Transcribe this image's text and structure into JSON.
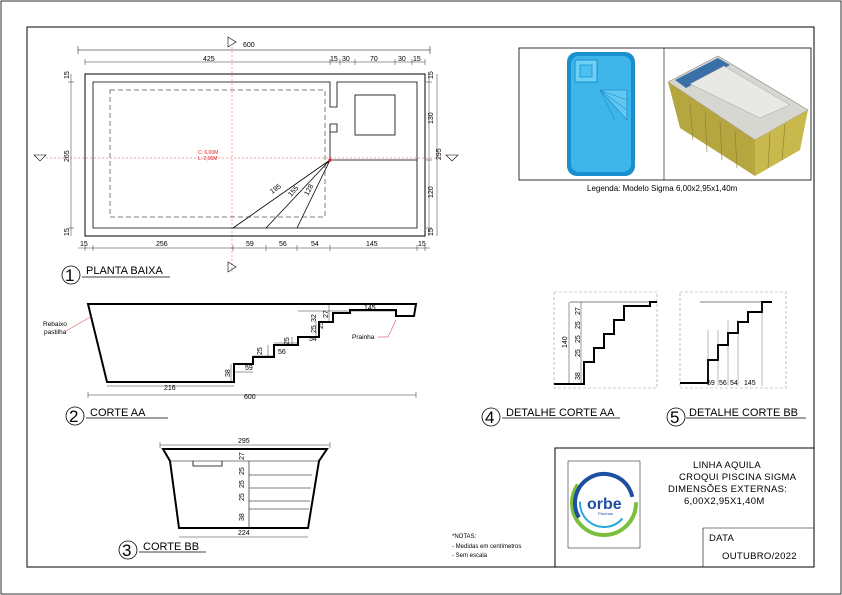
{
  "plan": {
    "top_total": "600",
    "top_segments": [
      "425",
      "15",
      "30",
      "70",
      "30",
      "15"
    ],
    "left_segments": [
      "15",
      "265",
      "15"
    ],
    "right_segments": [
      "15",
      "130",
      "120",
      "15"
    ],
    "right_total": "295",
    "bottom_segments": [
      "15",
      "256",
      "59",
      "56",
      "54",
      "145",
      "15"
    ],
    "diagonals": [
      "195",
      "155",
      "128"
    ],
    "center_text": [
      "C: 6,00M",
      "L: 2,95M"
    ],
    "number": "1",
    "title": "PLANTA BAIXA"
  },
  "corte_aa": {
    "number": "2",
    "title": "CORTE AA",
    "note_rebaixo": [
      "Rebaixo",
      "pastilha"
    ],
    "note_prainha": "Prainha",
    "step_heights": [
      "38",
      "25",
      "25",
      "25",
      "25",
      "27",
      "32"
    ],
    "step_widths": [
      "59",
      "56",
      "54",
      "145"
    ],
    "bottom_width": "216",
    "total": "600"
  },
  "corte_bb": {
    "number": "3",
    "title": "CORTE BB",
    "top_width": "295",
    "bottom_width": "224",
    "step_heights": [
      "38",
      "25",
      "25",
      "25",
      "27"
    ]
  },
  "detalhe_aa": {
    "number": "4",
    "title": "DETALHE CORTE AA",
    "total_height": "140",
    "step_heights": [
      "38",
      "25",
      "25",
      "25",
      "27"
    ]
  },
  "detalhe_bb": {
    "number": "5",
    "title": "DETALHE CORTE BB",
    "step_widths": [
      "59",
      "56",
      "54",
      "145"
    ]
  },
  "legend": "Legenda: Modelo Sigma 6,00x2,95x1,40m",
  "notes": {
    "title": "*NOTAS:",
    "items": [
      "- Medidas em centímetros",
      "- Sem escala"
    ]
  },
  "title_block": {
    "lines": [
      "LINHA AQUILA",
      "CROQUI PISCINA SIGMA",
      "DIMENSÕES EXTERNAS:",
      "6,00X2,95X1,40M"
    ],
    "logo_text": "orbe",
    "logo_sub": "Piscinas",
    "date_label": "DATA",
    "date_value": "OUTUBRO/2022"
  },
  "colors": {
    "red_dim": "#e02020",
    "pool_blue": "#29a8e0",
    "logo_green": "#7bbf3a",
    "logo_blue": "#1e4fa0"
  }
}
